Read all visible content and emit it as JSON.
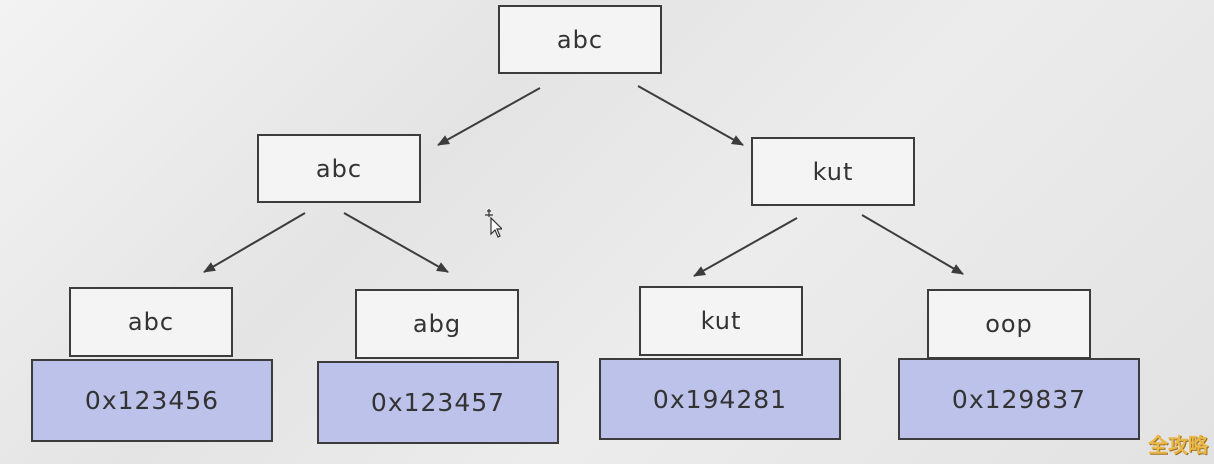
{
  "tree": {
    "root": {
      "label": "abc"
    },
    "level1": [
      {
        "label": "abc"
      },
      {
        "label": "kut"
      }
    ],
    "leaves": [
      {
        "label": "abc",
        "address": "0x123456"
      },
      {
        "label": "abg",
        "address": "0x123457"
      },
      {
        "label": "kut",
        "address": "0x194281"
      },
      {
        "label": "oop",
        "address": "0x129837"
      }
    ]
  },
  "watermark": "全攻略",
  "colors": {
    "node_fill": "#f4f4f4",
    "address_fill": "#bcc2ea",
    "stroke": "#3c3c3c"
  },
  "icons": {
    "cursor": "move-cursor-icon"
  }
}
